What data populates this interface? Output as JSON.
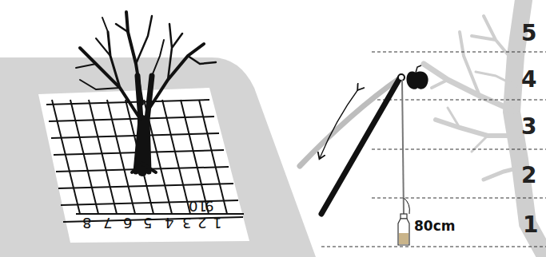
{
  "diagram": {
    "labels": [
      "1",
      "2",
      "3",
      "4",
      "5",
      "6",
      "7",
      "8",
      "9",
      "10",
      "80cm",
      "1",
      "2",
      "3",
      "4",
      "5"
    ]
  }
}
